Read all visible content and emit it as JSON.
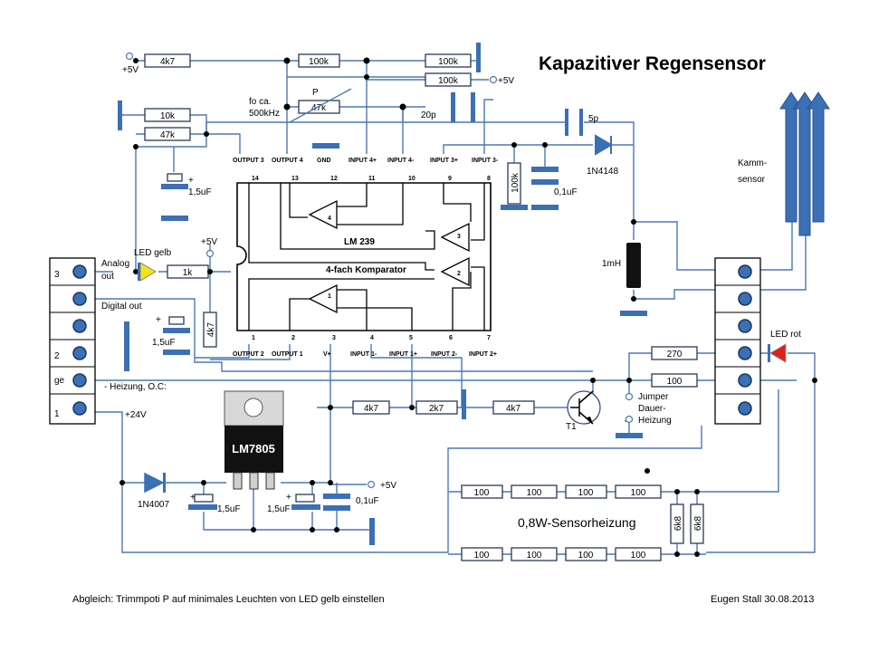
{
  "title": "Kapazitiver Regensensor",
  "footer": {
    "note": "Abgleich: Trimmpoti P auf minimales Leuchten von LED gelb einstellen",
    "author": "Eugen Stall 30.08.2013"
  },
  "ic": {
    "name": "LM 239",
    "desc": "4-fach Komparator",
    "pins_top": [
      "OUTPUT 3",
      "OUTPUT 4",
      "GND",
      "INPUT 4+",
      "INPUT 4-",
      "INPUT 3+",
      "INPUT 3-"
    ],
    "pins_top_num": [
      "14",
      "13",
      "12",
      "11",
      "10",
      "9",
      "8"
    ],
    "pins_bottom": [
      "OUTPUT 2",
      "OUTPUT 1",
      "V+",
      "INPUT 1-",
      "INPUT 1+",
      "INPUT 2-",
      "INPUT 2+"
    ],
    "pins_bottom_num": [
      "1",
      "2",
      "3",
      "4",
      "5",
      "6",
      "7"
    ],
    "comparators": [
      "4",
      "3",
      "2",
      "1"
    ]
  },
  "regulator": {
    "name": "LM7805"
  },
  "resistors": {
    "r_4k7_top": "4k7",
    "r_100k_a": "100k",
    "r_100k_b": "100k",
    "r_100k_c": "100k",
    "r_10k": "10k",
    "r_47k_p": "47k",
    "r_47k": "47k",
    "r_100k_v": "100k",
    "r_1k": "1k",
    "r_4k7_v": "4k7",
    "r_4k7_a": "4k7",
    "r_2k7": "2k7",
    "r_4k7_b": "4k7",
    "r_270": "270",
    "r_100_a": "100",
    "heater_top": [
      "100",
      "100",
      "100",
      "100"
    ],
    "heater_bottom": [
      "100",
      "100",
      "100",
      "100"
    ],
    "r_6k8_a": "6k8",
    "r_6k8_b": "6k8"
  },
  "labels": {
    "plus5v_a": "+5V",
    "plus5v_b": "+5V",
    "plus5v_c": "+5V",
    "plus5v_d": "+5V",
    "fo_line1": "fo ca.",
    "fo_line2": "500kHz",
    "poti": "P",
    "c20p": "20p",
    "c5p": "5p",
    "c_1u5_a_plus": "+",
    "c_1u5_a": "1,5uF",
    "c_0u1_a": "0,1uF",
    "c_0u1_b": "0,1uF",
    "d_1n4148": "1N4148",
    "d_1n4007": "1N4007",
    "kamm_line1": "Kamm-",
    "kamm_line2": "sensor",
    "inductor": "1mH",
    "led_gelb": "LED gelb",
    "led_rot": "LED rot",
    "analog_out_1": "Analog",
    "analog_out_2": "out",
    "digital_out": "Digital out",
    "c_1u5_b": "1,5uF",
    "c_1u5_c": "1,5uF",
    "c_1u5_d": "1,5uF",
    "heizung": "-  Heizung, O.C:",
    "plus24v": "+24V",
    "jumper_1": "Jumper",
    "jumper_2": "Dauer-",
    "jumper_3": "Heizung",
    "t1": "T1",
    "heater_label": "0,8W-Sensorheizung",
    "term_3": "3",
    "term_2": "2",
    "term_ge": "ge",
    "term_1": "1",
    "plus": "+"
  },
  "colors": {
    "wire": "#4a79b6",
    "plate": "#3b6fb6",
    "led_yellow": "#f4e21c",
    "led_red": "#e02020",
    "regulator": "#111111"
  }
}
